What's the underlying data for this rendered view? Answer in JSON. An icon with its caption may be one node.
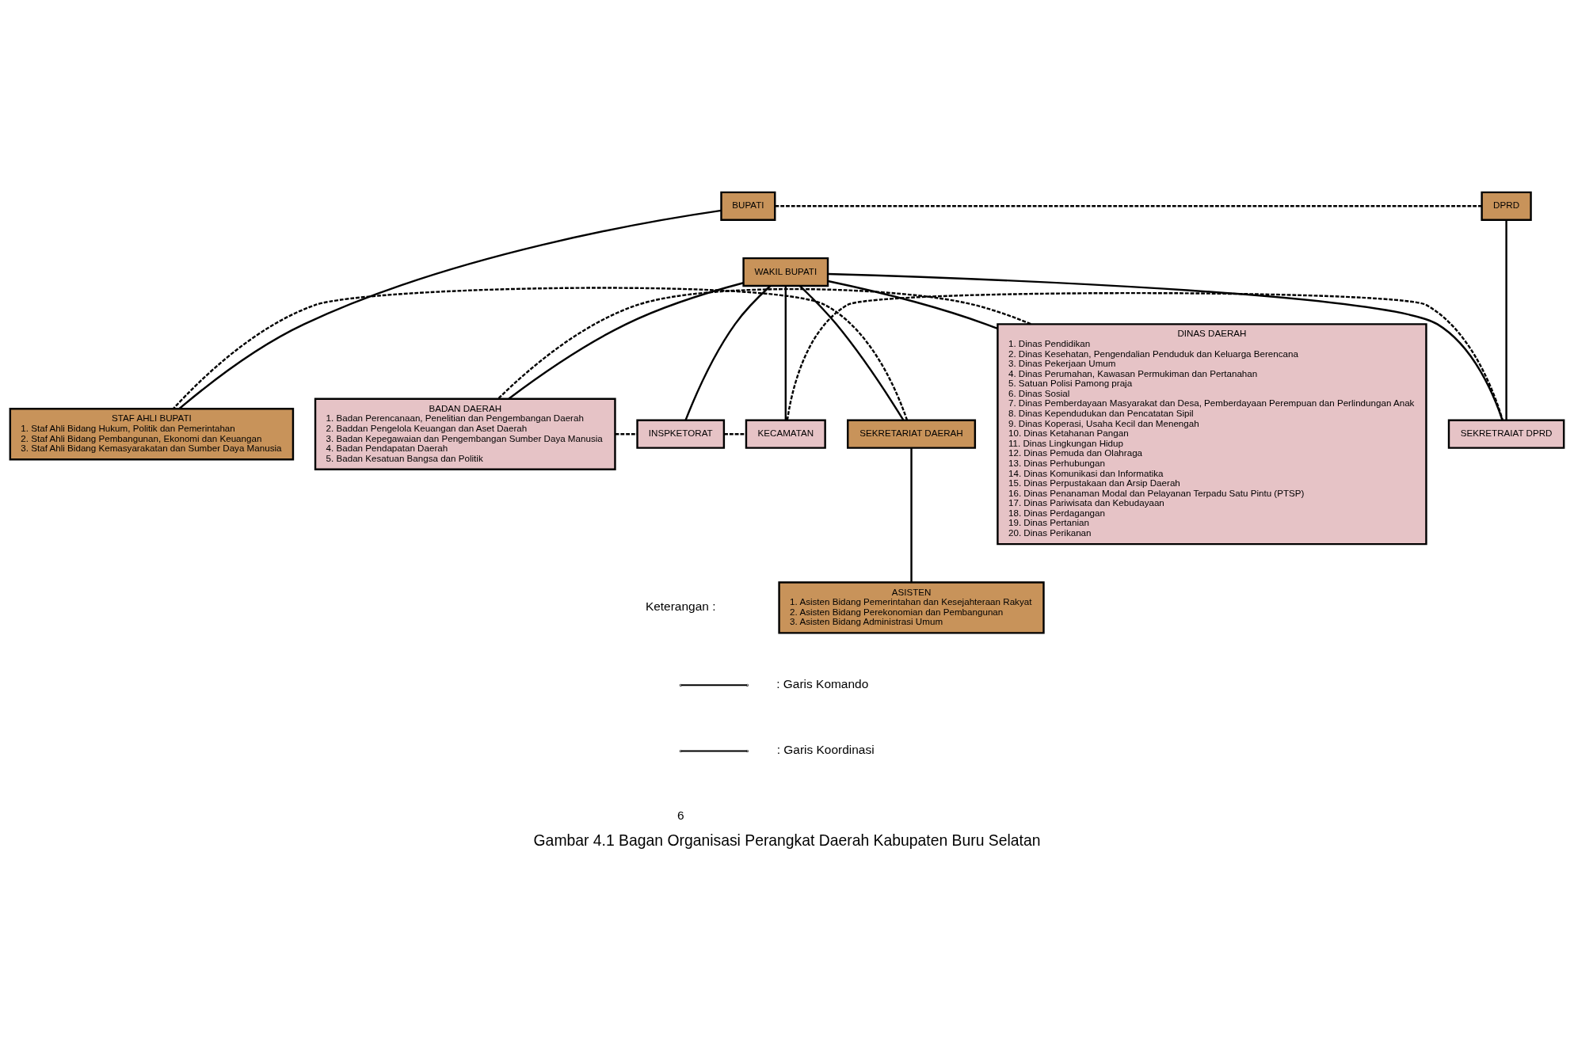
{
  "diagram": {
    "caption": "Gambar 4.1 Bagan Organisasi Perangkat Daerah Kabupaten Buru Selatan",
    "nodes": [
      {
        "text": [
          "BUPATI"
        ]
      },
      {
        "text": [
          "WAKIL BUPATI"
        ]
      },
      {
        "text": [
          "DPRD"
        ]
      },
      {
        "text": [
          "SEKRETARIAT DAERAH"
        ]
      },
      {
        "text": [
          "STAF AHLI BUPATI",
          "1. Staf Ahli Bidang Hukum, Politik dan Pemerintahan",
          "2. Staf Ahli Bidang Pembangunan, Ekonomi dan Keuangan",
          "3. Staf Ahli Bidang Kemasyarakatan dan Sumber Daya Manusia"
        ]
      },
      {
        "text": [
          "ASISTEN",
          "1. Asisten Bidang Pemerintahan dan Kesejahteraan Rakyat",
          "2. Asisten Bidang Perekonomian dan Pembangunan",
          "3. Asisten Bidang Administrasi Umum"
        ]
      },
      {
        "text": [
          "DINAS DAERAH",
          "1. Dinas Pendidikan",
          "2. Dinas Kesehatan, Pengendalian Penduduk dan Keluarga Berencana",
          "3. Dinas Pekerjaan Umum",
          "4. Dinas Perumahan, Kawasan Permukiman dan Pertanahan",
          "5. Satuan Polisi Pamong praja",
          "6. Dinas Sosial",
          "7. Dinas Pemberdayaan Masyarakat dan Desa, Pemberdayaan Perempuan dan Perlindungan Anak",
          "8. Dinas Kependudukan dan Pencatatan Sipil",
          "9. Dinas Koperasi, Usaha Kecil dan Menengah",
          "10. Dinas Ketahanan Pangan",
          "11. Dinas Lingkungan Hidup",
          "12. Dinas Pemuda dan Olahraga",
          "13. Dinas Perhubungan",
          "14. Dinas Komunikasi dan Informatika",
          "15. Dinas Perpustakaan dan Arsip Daerah",
          "16. Dinas Penanaman Modal dan Pelayanan Terpadu Satu Pintu (PTSP)",
          "17. Dinas Pariwisata dan Kebudayaan",
          "18. Dinas Perdagangan",
          "19. Dinas Pertanian",
          "20. Dinas Perikanan"
        ]
      },
      {
        "text": [
          "BADAN DAERAH",
          "1. Badan Perencanaan, Penelitian dan Pengembangan Daerah",
          "2. Baddan Pengelola Keuangan dan Aset Daerah",
          "3. Badan Kepegawaian dan Pengembangan Sumber Daya Manusia",
          "4. Badan Pendapatan Daerah",
          "5. Badan Kesatuan Bangsa dan Politik"
        ]
      },
      {
        "text": [
          "INSPKETORAT"
        ]
      },
      {
        "text": [
          "KECAMATAN"
        ]
      },
      {
        "text": [
          "SEKRETRAIAT DPRD"
        ]
      }
    ],
    "edges": [
      {
        "from": 0,
        "to": 2,
        "arrow": "none",
        "style": "dashed"
      },
      {
        "from": 0,
        "to": 4,
        "arrow": "none"
      },
      {
        "from": 1,
        "to": 3,
        "arrow": "none"
      },
      {
        "from": 3,
        "to": 4,
        "arrow": "none",
        "style": "dashed"
      },
      {
        "from": 3,
        "to": 5,
        "arrow": "none"
      },
      {
        "from": 1,
        "to": 6,
        "arrow": "none"
      },
      {
        "from": 1,
        "to": 7,
        "arrow": "none"
      },
      {
        "from": 1,
        "to": 8,
        "arrow": "none"
      },
      {
        "from": 1,
        "to": 9,
        "arrow": "none"
      },
      {
        "from": 1,
        "to": 10,
        "arrow": "none"
      },
      {
        "from": 2,
        "to": 10,
        "arrow": "none"
      },
      {
        "from": 6,
        "to": 7,
        "arrow": "none",
        "style": "dashed"
      },
      {
        "from": 7,
        "to": 8,
        "arrow": "none",
        "style": "dashed"
      },
      {
        "from": 8,
        "to": 9,
        "arrow": "none",
        "style": "dashed"
      },
      {
        "from": 9,
        "to": 10,
        "arrow": "none",
        "style": "dashed"
      }
    ],
    "labels": [
      "Keterangan :",
      "6"
    ],
    "legend": [
      {
        "text": ": Garis Komando"
      },
      {
        "text": ": Garis Koordinasi"
      }
    ]
  }
}
